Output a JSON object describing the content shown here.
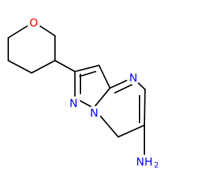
{
  "molecule": {
    "atoms": {
      "oxygen": {
        "symbol": "O",
        "color": "#ff0000"
      },
      "n_ring_1": {
        "symbol": "N",
        "color": "#0000ff"
      },
      "n_ring_2": {
        "symbol": "N",
        "color": "#0000ff"
      },
      "n_ring_3": {
        "symbol": "N",
        "color": "#0000ff"
      },
      "amine": {
        "symbol": "NH",
        "subscript": "2",
        "color": "#0000ff"
      }
    }
  }
}
